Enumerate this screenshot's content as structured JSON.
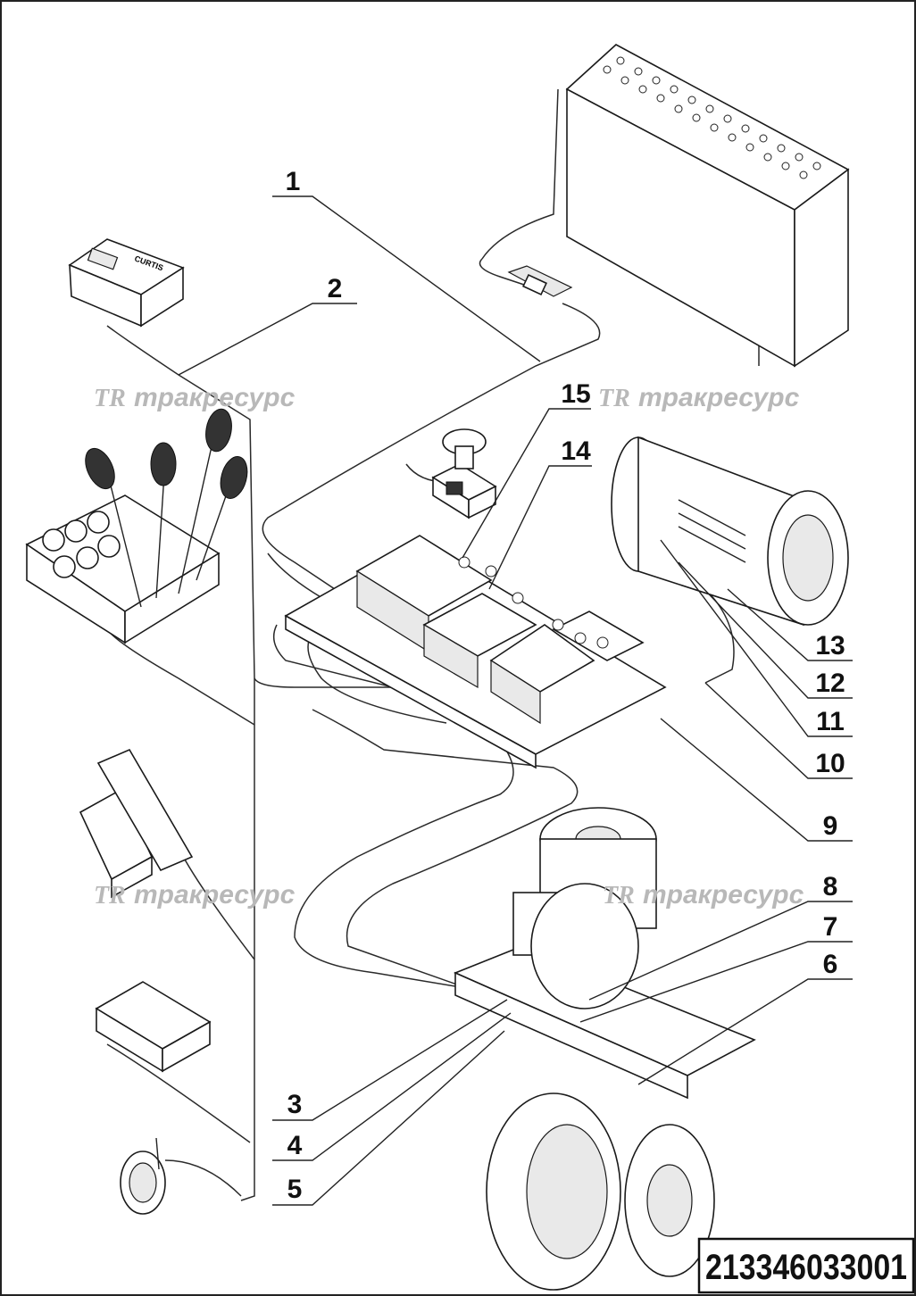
{
  "callouts": [
    {
      "id": "1",
      "label": "1"
    },
    {
      "id": "2",
      "label": "2"
    },
    {
      "id": "3",
      "label": "3"
    },
    {
      "id": "4",
      "label": "4"
    },
    {
      "id": "5",
      "label": "5"
    },
    {
      "id": "6",
      "label": "6"
    },
    {
      "id": "7",
      "label": "7"
    },
    {
      "id": "8",
      "label": "8"
    },
    {
      "id": "9",
      "label": "9"
    },
    {
      "id": "10",
      "label": "10"
    },
    {
      "id": "11",
      "label": "11"
    },
    {
      "id": "12",
      "label": "12"
    },
    {
      "id": "13",
      "label": "13"
    },
    {
      "id": "14",
      "label": "14"
    },
    {
      "id": "15",
      "label": "15"
    }
  ],
  "watermark": {
    "logo": "TR",
    "text": "тракресурс"
  },
  "display_brand": "CURTIS",
  "document_number": "213346033001"
}
